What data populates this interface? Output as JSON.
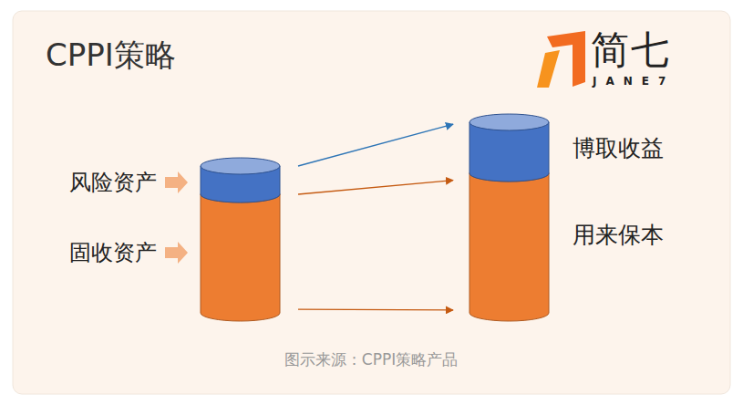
{
  "diagram": {
    "title": "CPPI策略",
    "caption": "图示来源：CPPI策略产品",
    "nodes": [
      {
        "text": [
          "风险资产"
        ]
      },
      {
        "text": [
          "固收资产"
        ]
      },
      {
        "text": [
          "博取收益"
        ]
      },
      {
        "text": [
          "用来保本"
        ]
      }
    ],
    "edges": [
      {
        "from": 0,
        "to": 2,
        "arrow": "to"
      },
      {
        "from": 1,
        "to": 3,
        "arrow": "to"
      },
      {
        "from": 1,
        "to": 3,
        "arrow": "to"
      }
    ],
    "labels": [
      "简七",
      "JANE7"
    ]
  }
}
